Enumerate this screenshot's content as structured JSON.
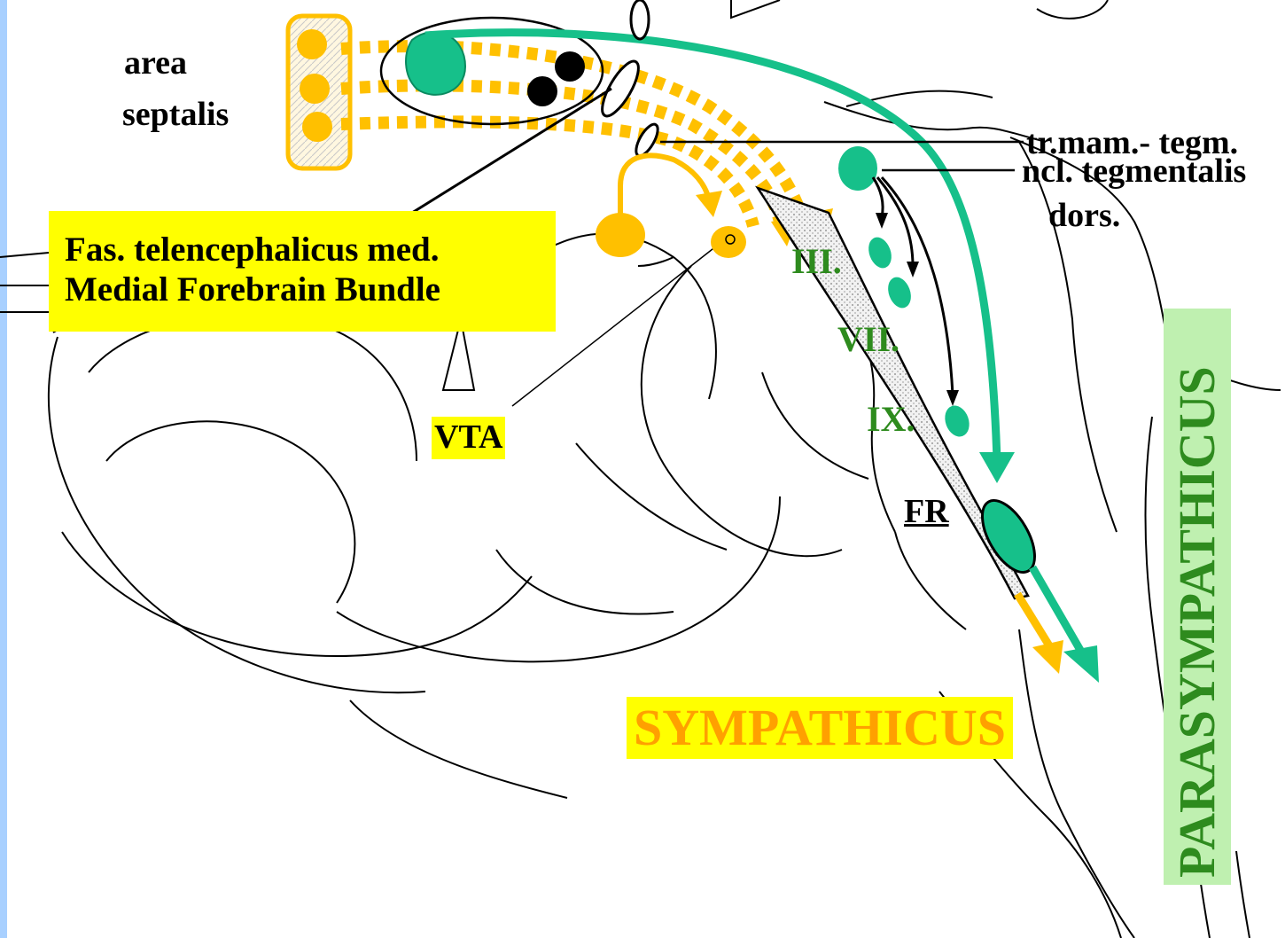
{
  "labels": {
    "area_septalis_1": "area",
    "area_septalis_2": "septalis",
    "tr_mam_tegm": "tr.mam.- tegm.",
    "ncl_tegmentalis_1": "ncl. tegmentalis",
    "ncl_tegmentalis_2": "dors.",
    "fas_tel_1": "Fas. telencephalicus med.",
    "fas_tel_2": "Medial Forebrain Bundle",
    "roman_iii": "III.",
    "roman_vii": "VII.",
    "roman_ix": "IX.",
    "vta": "VTA",
    "fr": "FR",
    "sympathicus": "SYMPATHICUS",
    "parasympathicus": "PARASYMPATHICUS"
  },
  "colors": {
    "sympathetic_yellow": "#ffc000",
    "parasympathetic_teal": "#16c08a",
    "nerve_green": "#2e8b1e",
    "highlight_yellow": "#ffff00",
    "highlight_green": "#bff0b0",
    "left_border": "#a8d0ff"
  }
}
